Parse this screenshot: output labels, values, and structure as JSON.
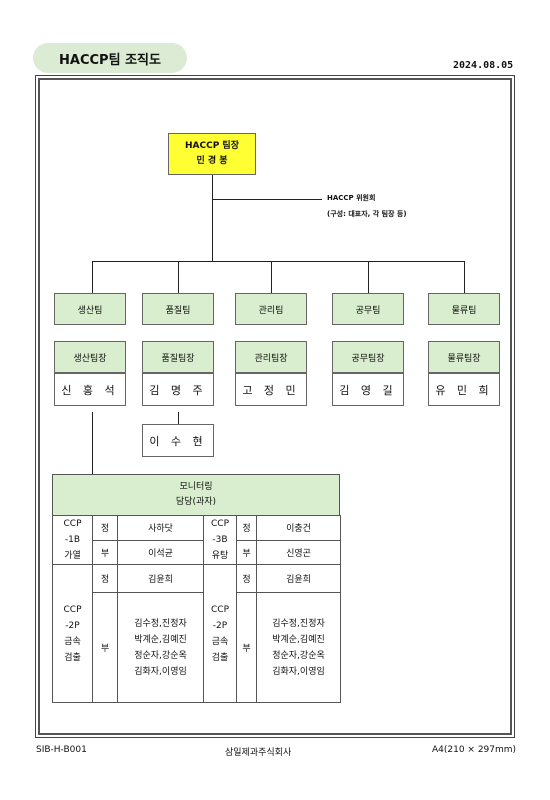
{
  "header": {
    "title": "HACCP팀 조직도",
    "date": "2024.08.05"
  },
  "leader": {
    "title": "HACCP 팀장",
    "name": "민 경 봉"
  },
  "committee": {
    "line1": "HACCP 위원회",
    "line2": "(구성: 대표자, 각 팀장 등)"
  },
  "teams": [
    {
      "team": "생산팀",
      "lead_title": "생산팀장",
      "lead_name": "신 홍 석"
    },
    {
      "team": "품질팀",
      "lead_title": "품질팀장",
      "lead_name": "김 명 주",
      "extra_name": "이 수 현"
    },
    {
      "team": "관리팀",
      "lead_title": "관리팀장",
      "lead_name": "고 정 민"
    },
    {
      "team": "공무팀",
      "lead_title": "공무팀장",
      "lead_name": "김 영 길"
    },
    {
      "team": "물류팀",
      "lead_title": "물류팀장",
      "lead_name": "유 민 희"
    }
  ],
  "monitor": {
    "title": "모니터링",
    "subtitle": "담당(과자)"
  },
  "ccp": {
    "left_top": {
      "l1": "CCP",
      "l2": "-1B",
      "l3": "가열",
      "main_label": "정",
      "main_name": "사하닷",
      "sub_label": "부",
      "sub_name": "이석균"
    },
    "right_top": {
      "l1": "CCP",
      "l2": "-3B",
      "l3": "유탕",
      "main_label": "정",
      "main_name": "이충건",
      "sub_label": "부",
      "sub_name": "신영곤"
    },
    "left_bottom": {
      "l1": "CCP",
      "l2": "-2P",
      "l3": "금속",
      "l4": "검출",
      "main_label": "정",
      "main_name": "김윤희",
      "sub_label": "부",
      "n1": "김수정,진정자",
      "n2": "박계순,김예진",
      "n3": "정순자,강순옥",
      "n4": "김화자,이영임"
    },
    "right_bottom": {
      "l1": "CCP",
      "l2": "-2P",
      "l3": "금속",
      "l4": "검출",
      "main_label": "정",
      "main_name": "김윤희",
      "sub_label": "부",
      "n1": "김수정,진정자",
      "n2": "박계순,김예진",
      "n3": "정순자,강순옥",
      "n4": "김화자,이영임"
    }
  },
  "footer": {
    "code": "SIB-H-B001",
    "company": "삼일제과주식회사",
    "paper": "A4(210 × 297mm)"
  }
}
